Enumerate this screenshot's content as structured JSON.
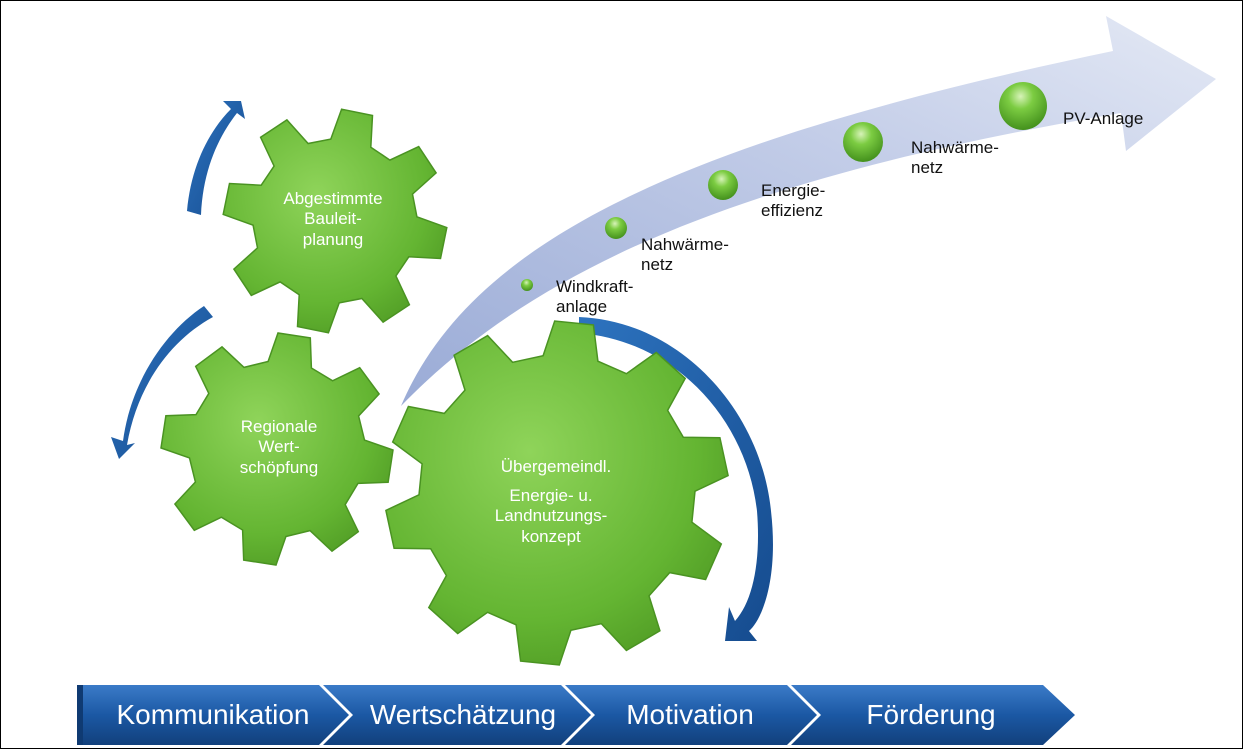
{
  "gears": {
    "top": "Abgestimmte Bauleit- planung",
    "left": "Regionale Wert- schöpfung",
    "main_line1": "Übergemeindl.",
    "main_line2": "Energie- u. Landnutzungs- konzept"
  },
  "arrow_items": {
    "windkraft": "Windkraft- anlage",
    "nahwaerme1": "Nahwärme- netz",
    "energieeffizienz": "Energie- effizienz",
    "nahwaerme2": "Nahwärme- netz",
    "pv": "PV-Anlage"
  },
  "stages": [
    "Kommunikation",
    "Wertschätzung",
    "Motivation",
    "Förderung"
  ],
  "colors": {
    "gear_green": "#6cc03c",
    "blue_arrow": "#1f5ea8",
    "bar_blue": "#1a56a0",
    "growth_arrow": "#a9b8dc"
  }
}
